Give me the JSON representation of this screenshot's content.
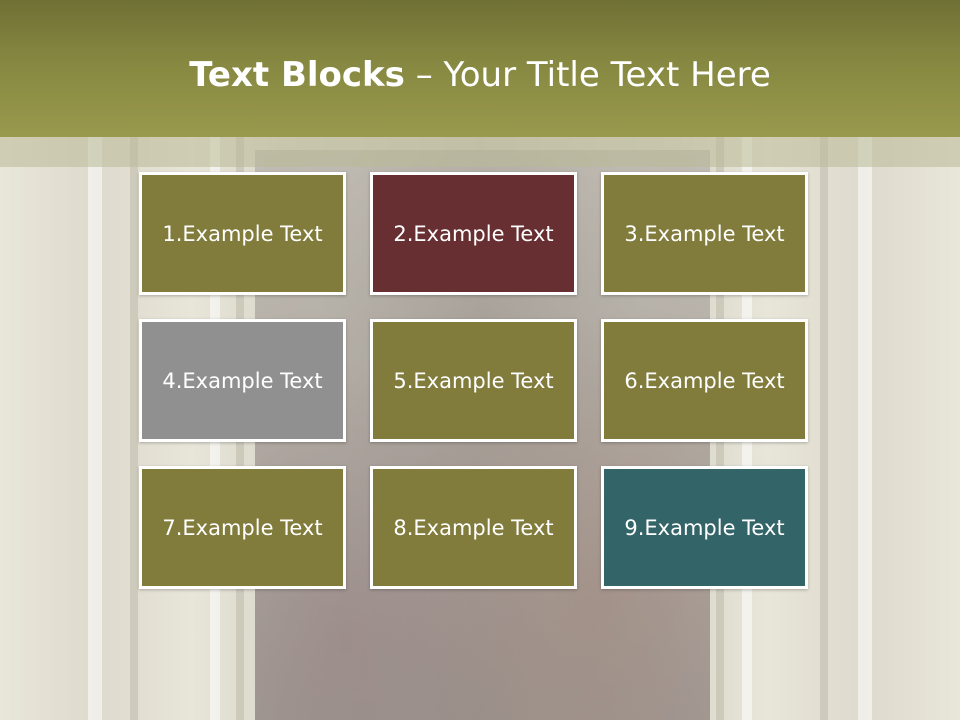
{
  "title": {
    "bold": "Text Blocks",
    "rest": " – Your Title Text Here"
  },
  "colors": {
    "header": "#8a8b43",
    "olive": "#817c3c",
    "maroon": "#672f31",
    "gray": "#909090",
    "teal": "#336468",
    "border": "#ffffff"
  },
  "blocks": [
    {
      "label": "1.Example Text",
      "color": "#817c3c"
    },
    {
      "label": "2.Example Text",
      "color": "#672f31"
    },
    {
      "label": "3.Example Text",
      "color": "#817c3c"
    },
    {
      "label": "4.Example Text",
      "color": "#909090"
    },
    {
      "label": "5.Example Text",
      "color": "#817c3c"
    },
    {
      "label": "6.Example Text",
      "color": "#817c3c"
    },
    {
      "label": "7.Example Text",
      "color": "#817c3c"
    },
    {
      "label": "8.Example Text",
      "color": "#817c3c"
    },
    {
      "label": "9.Example Text",
      "color": "#336468"
    }
  ]
}
